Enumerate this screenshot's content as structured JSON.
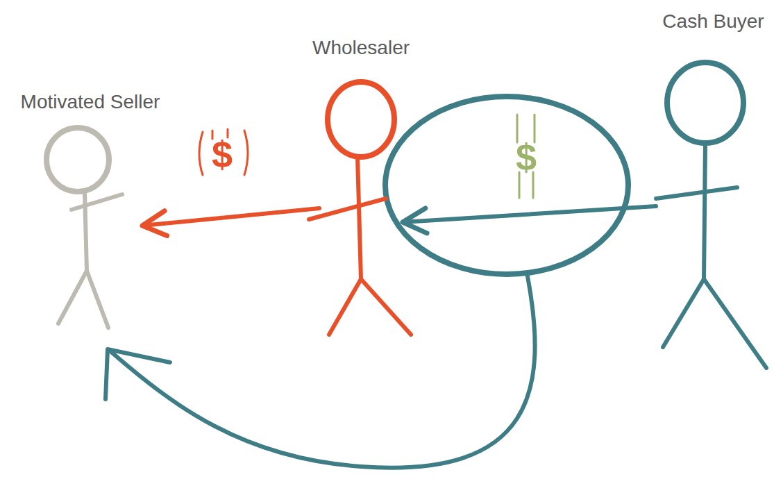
{
  "diagram": {
    "nodes": [
      {
        "text": [
          "Motivated Seller"
        ]
      },
      {
        "text": [
          "Wholesaler"
        ]
      },
      {
        "text": [
          "Cash Buyer"
        ]
      }
    ],
    "edges": [
      {
        "from": 1,
        "to": 0,
        "arrow": "to",
        "label": "$"
      },
      {
        "from": 2,
        "to": 1,
        "arrow": "to",
        "label": "$"
      }
    ]
  }
}
